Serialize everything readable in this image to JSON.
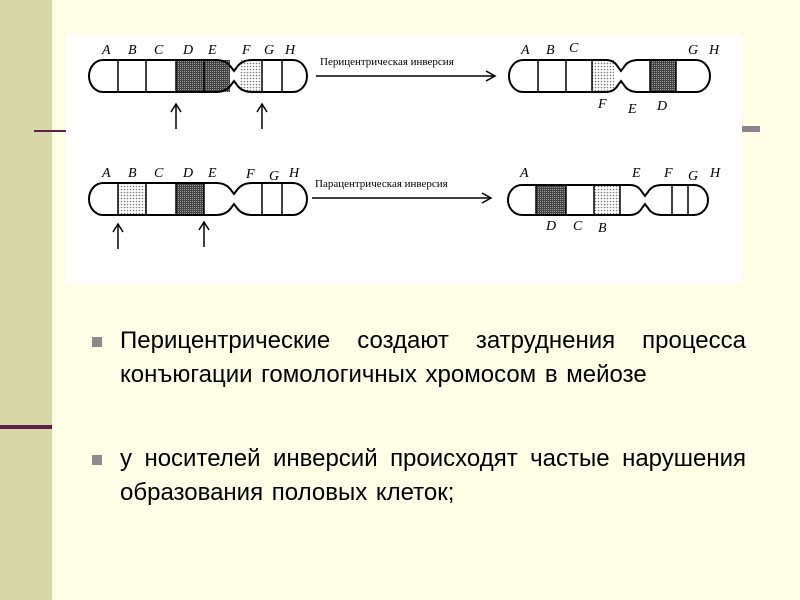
{
  "diagram": {
    "row1": {
      "before_labels": [
        "A",
        "B",
        "C",
        "D",
        "E",
        "F",
        "G",
        "H"
      ],
      "caption": "Перицентрическая инверсия",
      "after_top_labels": [
        "A",
        "B",
        "C",
        "G",
        "H"
      ],
      "after_bottom_labels": [
        "F",
        "E",
        "D"
      ]
    },
    "row2": {
      "before_labels": [
        "A",
        "B",
        "C",
        "D",
        "E",
        "F",
        "G",
        "H"
      ],
      "caption": "Парацентрическая инверсия",
      "after_top_labels": [
        "A",
        "E",
        "F",
        "G",
        "H"
      ],
      "after_bottom_labels": [
        "D",
        "C",
        "B"
      ]
    }
  },
  "bullets": [
    "Перицентрические создают затруднения процесса конъюгации гомологичных хромосом в мейозе",
    "у носителей инверсий происходят частые нарушения образования половых клеток;"
  ],
  "colors": {
    "sidebar": "#D8D7A8",
    "accent_line": "#5F1E4C",
    "bullet": "#8C8C8C"
  }
}
